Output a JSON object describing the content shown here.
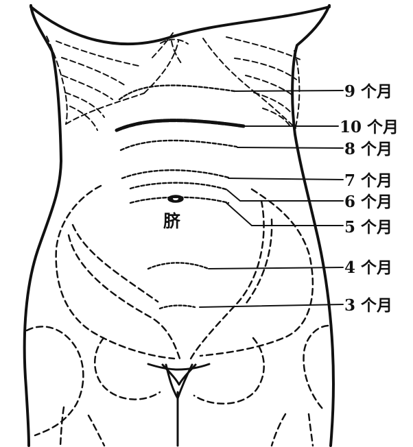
{
  "diagram": {
    "navel_label": "脐",
    "month_labels": [
      {
        "id": "month-9",
        "text": "9 个月"
      },
      {
        "id": "month-10",
        "text": "10 个月"
      },
      {
        "id": "month-8",
        "text": "8 个月"
      },
      {
        "id": "month-7",
        "text": "7 个月"
      },
      {
        "id": "month-6",
        "text": "6 个月"
      },
      {
        "id": "month-5",
        "text": "5 个月"
      },
      {
        "id": "month-4",
        "text": "4 个月"
      },
      {
        "id": "month-3",
        "text": "3 个月"
      }
    ]
  }
}
